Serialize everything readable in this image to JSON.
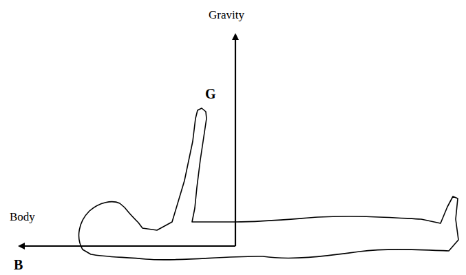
{
  "diagram": {
    "labels": [
      "Gravity",
      "G",
      "Body",
      "B"
    ]
  }
}
